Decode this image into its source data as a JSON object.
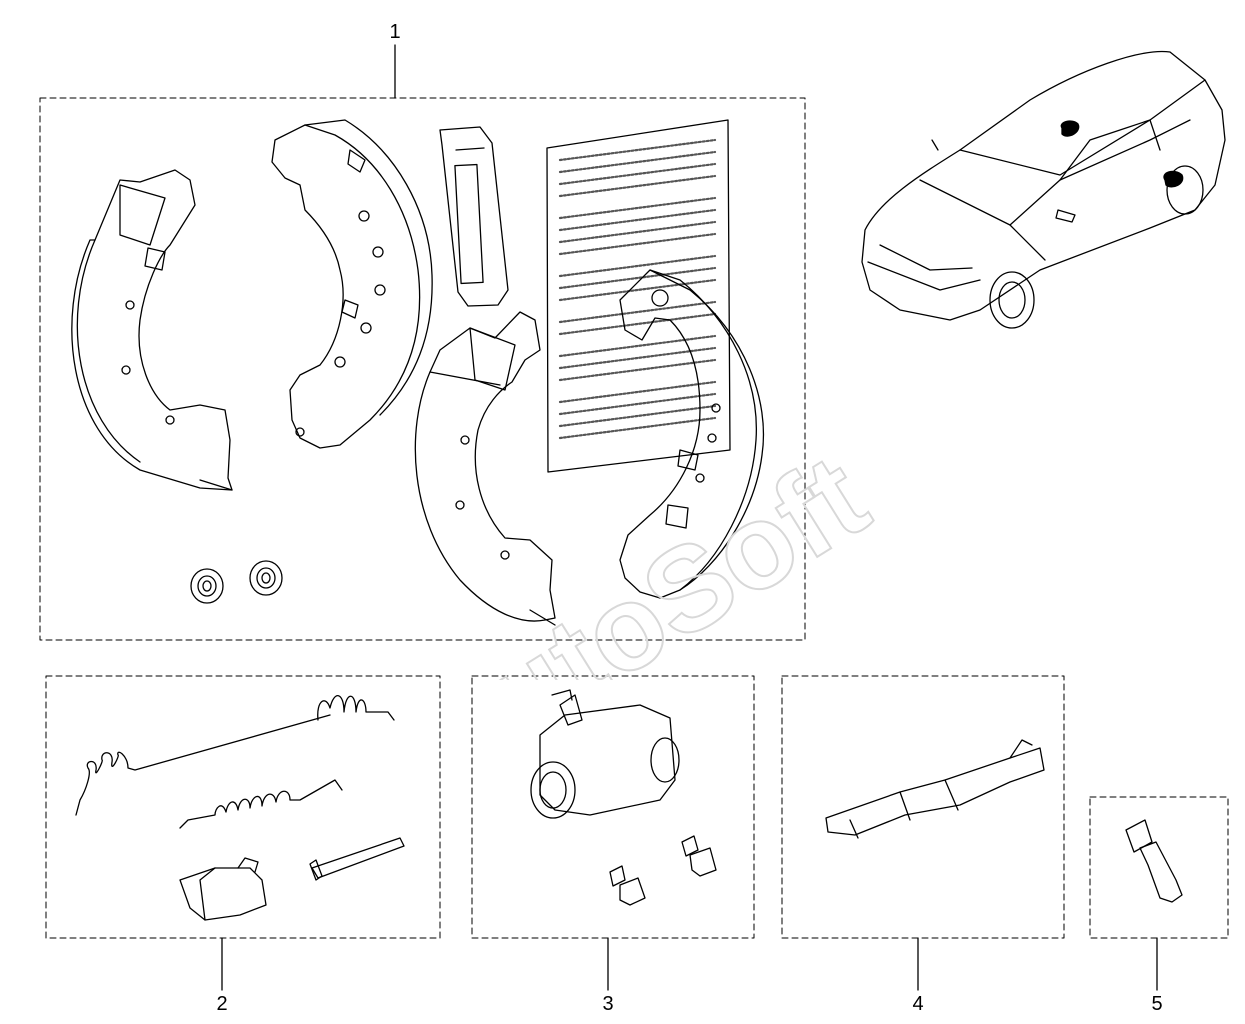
{
  "callouts": {
    "c1": "1",
    "c2": "2",
    "c3": "3",
    "c4": "4",
    "c5": "5"
  },
  "watermark": {
    "text": "AutoSoft"
  },
  "colors": {
    "line": "#000000",
    "background": "#ffffff",
    "watermark_stroke": "#d8d8d8"
  }
}
